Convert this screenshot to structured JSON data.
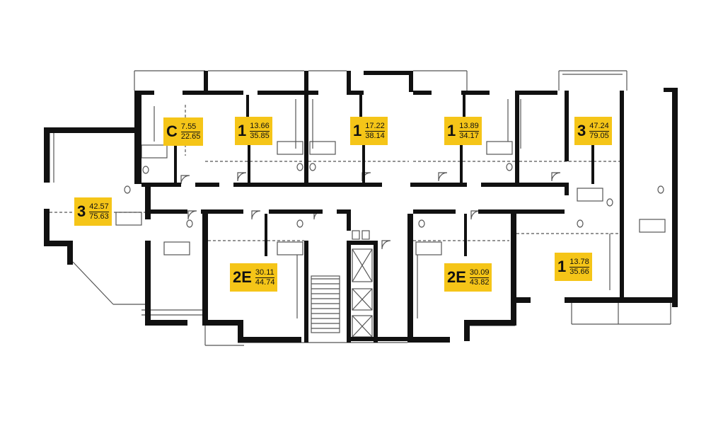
{
  "plan": {
    "colors": {
      "wall": "#111111",
      "thin": "#555555",
      "badge": "#f5c518",
      "background": "#ffffff"
    },
    "apartments": [
      {
        "id": "c",
        "type": "C",
        "living_area": "7.55",
        "total_area": "22.65"
      },
      {
        "id": "1a",
        "type": "1",
        "living_area": "13.66",
        "total_area": "35.85"
      },
      {
        "id": "1b",
        "type": "1",
        "living_area": "17.22",
        "total_area": "38.14"
      },
      {
        "id": "1c",
        "type": "1",
        "living_area": "13.89",
        "total_area": "34.17"
      },
      {
        "id": "3a",
        "type": "3",
        "living_area": "47.24",
        "total_area": "79.05"
      },
      {
        "id": "3b",
        "type": "3",
        "living_area": "42.57",
        "total_area": "75.63"
      },
      {
        "id": "2e-a",
        "type": "2E",
        "living_area": "30.11",
        "total_area": "44.74"
      },
      {
        "id": "2e-b",
        "type": "2E",
        "living_area": "30.09",
        "total_area": "43.82"
      },
      {
        "id": "1d",
        "type": "1",
        "living_area": "13.78",
        "total_area": "35.66"
      }
    ]
  }
}
